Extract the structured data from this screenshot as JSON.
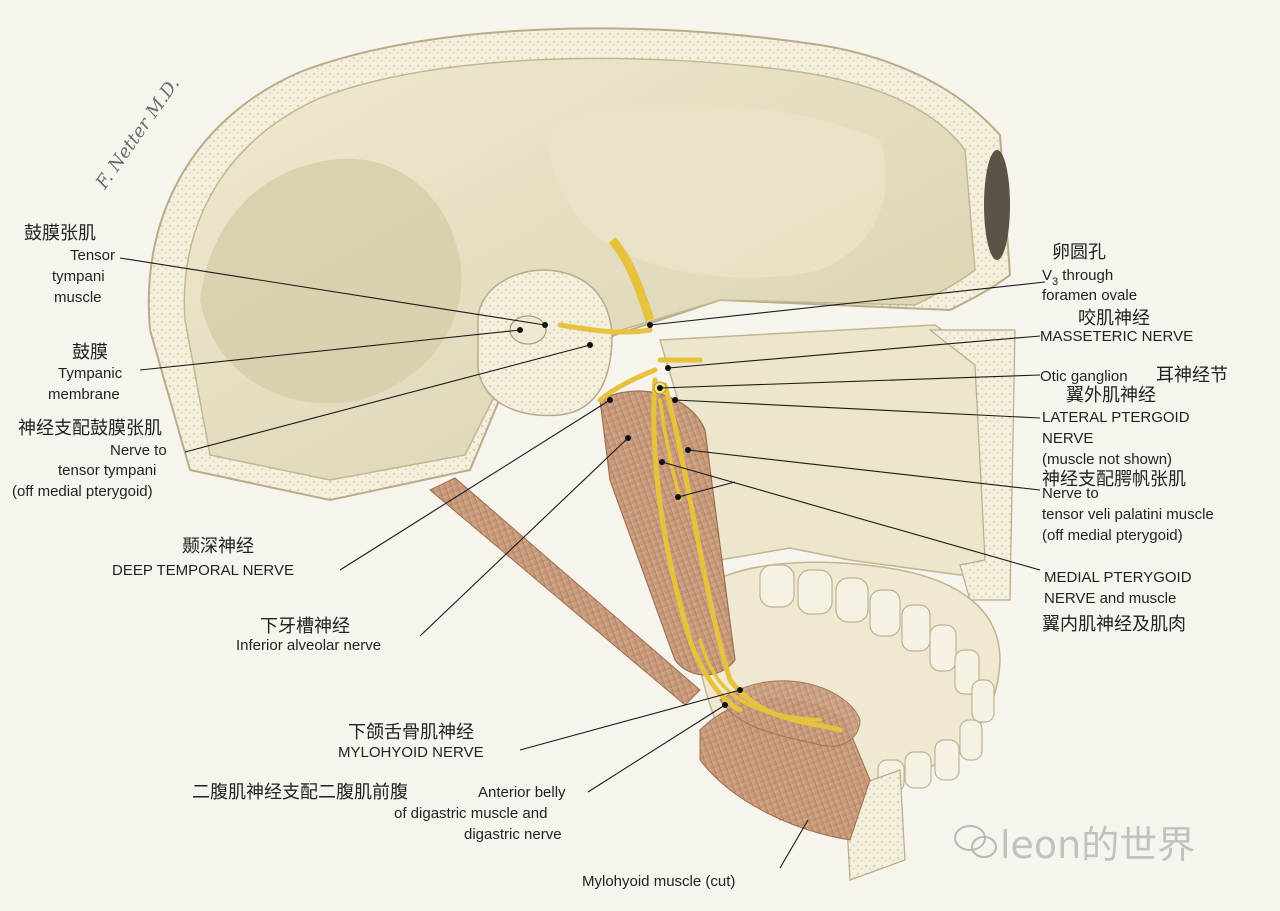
{
  "artwork": {
    "signature": "F. Netter M.D.",
    "watermark": "leon的世界",
    "colors": {
      "background": "#f7f4ee",
      "bone": "#e6e0c4",
      "bone_shadow": "#cfc6a2",
      "muscle": "#c79774",
      "nerve": "#e7c23c"
    }
  },
  "labels": {
    "tensor_tympani": {
      "zh": "鼓膜张肌",
      "en": [
        "Tensor",
        "tympani",
        "muscle"
      ]
    },
    "tympanic_membrane": {
      "zh": "鼓膜",
      "en": [
        "Tympanic",
        "membrane"
      ]
    },
    "nerve_tensor_tympani": {
      "zh": "神经支配鼓膜张肌",
      "en": [
        "Nerve to",
        "tensor tympani",
        "(off medial pterygoid)"
      ]
    },
    "deep_temporal": {
      "zh": "颞深神经",
      "en": [
        "DEEP TEMPORAL NERVE"
      ]
    },
    "inferior_alveolar": {
      "zh": "下牙槽神经",
      "en": [
        "Inferior alveolar nerve"
      ]
    },
    "mylohyoid_nerve": {
      "zh": "下颌舌骨肌神经",
      "en": [
        "MYLOHYOID NERVE"
      ]
    },
    "anterior_belly": {
      "zh": "二腹肌神经支配二腹肌前腹",
      "en": [
        "Anterior belly",
        "of digastric muscle and",
        "digastric nerve"
      ]
    },
    "mylohyoid_muscle": {
      "en": [
        "Mylohyoid muscle (cut)"
      ]
    },
    "v3": {
      "zh": "卵圆孔",
      "en_sub_main": "V",
      "en_sub": "3",
      "en_sub_rest": " through",
      "en": [
        "foramen ovale"
      ]
    },
    "masseteric": {
      "zh": "咬肌神经",
      "en": [
        "MASSETERIC NERVE"
      ]
    },
    "otic": {
      "zh": "耳神经节",
      "en": [
        "Otic ganglion"
      ]
    },
    "lateral_pterygoid": {
      "zh": "翼外肌神经",
      "en": [
        "LATERAL PTERGOID",
        "NERVE",
        "(muscle not shown)"
      ]
    },
    "tensor_veli": {
      "zh": "神经支配腭帆张肌",
      "en": [
        "Nerve to",
        "tensor veli palatini muscle",
        "(off medial pterygoid)"
      ]
    },
    "medial_pterygoid": {
      "zh": "翼内肌神经及肌肉",
      "en": [
        "MEDIAL PTERYGOID",
        "NERVE and muscle"
      ]
    }
  }
}
